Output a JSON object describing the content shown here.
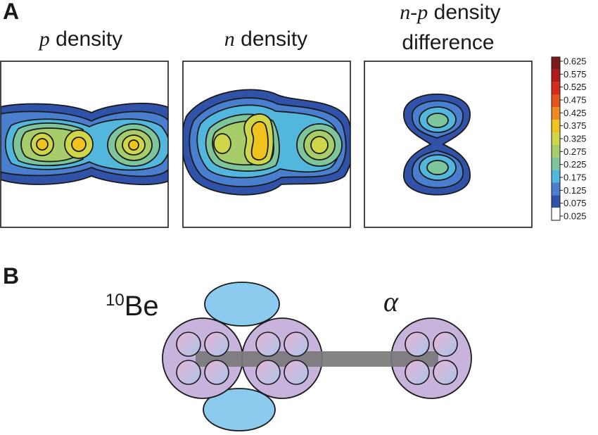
{
  "panel_a": {
    "label": "A",
    "titles": {
      "p": {
        "italic": "p",
        "rest": " density"
      },
      "n": {
        "italic": "n",
        "rest": " density"
      },
      "diff": {
        "italic": "n-p",
        "rest": " density",
        "line2": "difference"
      }
    }
  },
  "colorbar": {
    "ticks": [
      "0.625",
      "0.575",
      "0.525",
      "0.475",
      "0.425",
      "0.375",
      "0.325",
      "0.275",
      "0.225",
      "0.175",
      "0.125",
      "0.075",
      "0.025"
    ],
    "colors": [
      "#7a1a1a",
      "#b01a1a",
      "#d82a1a",
      "#e8551a",
      "#ee8a1e",
      "#efc21e",
      "#cfd64a",
      "#a6cd6a",
      "#7fc59c",
      "#53b7dd",
      "#4a7fd0",
      "#3052a8",
      "#ffffff"
    ]
  },
  "panel_b": {
    "label": "B",
    "be_label": {
      "sup": "10",
      "base": "Be"
    },
    "alpha_label": "α"
  },
  "colors": {
    "outline": "#1a1a1a",
    "cluster_fill": "#c8b3dc",
    "orbital_fill": "#8ccbed",
    "bond": "#7a7a7a",
    "nucleon_pink": "#d9a6c8",
    "nucleon_blue": "#b4c6e6"
  }
}
